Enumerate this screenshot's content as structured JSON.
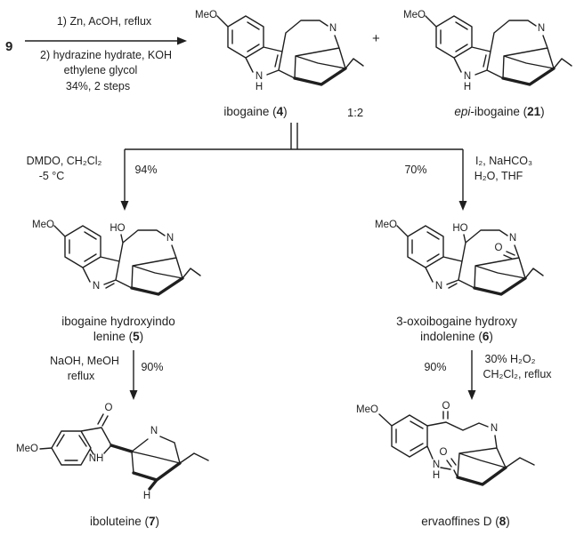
{
  "colors": {
    "ink": "#1f1f1f",
    "background": "#ffffff"
  },
  "top_arrow": {
    "reactant": "9",
    "above": "1) Zn, AcOH, reflux",
    "below1": "2) hydrazine hydrate, KOH",
    "below2": "ethylene glycol",
    "below3": "34%, 2 steps"
  },
  "top_products": {
    "plus": "+",
    "ratio": "1:2"
  },
  "branch_left_arrow": {
    "cond1": "DMDO, CH₂Cl₂",
    "cond2": "-5 °C",
    "yield": "94%"
  },
  "branch_right_arrow": {
    "yield": "70%",
    "cond1": "I₂, NaHCO₃",
    "cond2": "H₂O, THF"
  },
  "bottom_left_arrow": {
    "cond1": "NaOH, MeOH",
    "cond2": "reflux",
    "yield": "90%"
  },
  "bottom_right_arrow": {
    "yield": "90%",
    "cond1": "30% H₂O₂",
    "cond2": "CH₂Cl₂, reflux"
  },
  "compounds": {
    "ibogaine": {
      "name_pre": "ibogaine (",
      "number": "4",
      "name_post": ")",
      "atoms": {
        "meo": "MeO",
        "ring_n": "N",
        "indole_n": "N",
        "indole_h": "H"
      }
    },
    "epi_ibogaine": {
      "name_italic": "epi",
      "name_pre": "-ibogaine (",
      "number": "21",
      "name_post": ")",
      "atoms": {
        "meo": "MeO",
        "ring_n": "N",
        "indole_n": "N",
        "indole_h": "H"
      }
    },
    "hydroxyindolenine": {
      "name_line1": "ibogaine hydroxyindo",
      "name_pre": "lenine (",
      "number": "5",
      "name_post": ")",
      "atoms": {
        "meo": "MeO",
        "ho": "HO",
        "ring_n": "N",
        "imine_n": "N"
      }
    },
    "oxo_hydroxyindolenine": {
      "name_line1": "3-oxoibogaine hydroxy",
      "name_pre": "indolenine (",
      "number": "6",
      "name_post": ")",
      "atoms": {
        "meo": "MeO",
        "ho": "HO",
        "ring_n": "N",
        "imine_n": "N",
        "carbonyl_o": "O"
      }
    },
    "iboluteine": {
      "name_pre": "iboluteine (",
      "number": "7",
      "name_post": ")",
      "atoms": {
        "meo": "MeO",
        "carbonyl_o": "O",
        "nh": "NH",
        "ring_n": "N",
        "stereo_h": "H"
      }
    },
    "ervaoffines": {
      "name_pre": "ervaoffines D (",
      "number": "8",
      "name_post": ")",
      "atoms": {
        "meo": "MeO",
        "carbonyl_o1": "O",
        "carbonyl_o2": "O",
        "ring_n": "N",
        "amide_n": "N",
        "amide_h": "H"
      }
    }
  }
}
